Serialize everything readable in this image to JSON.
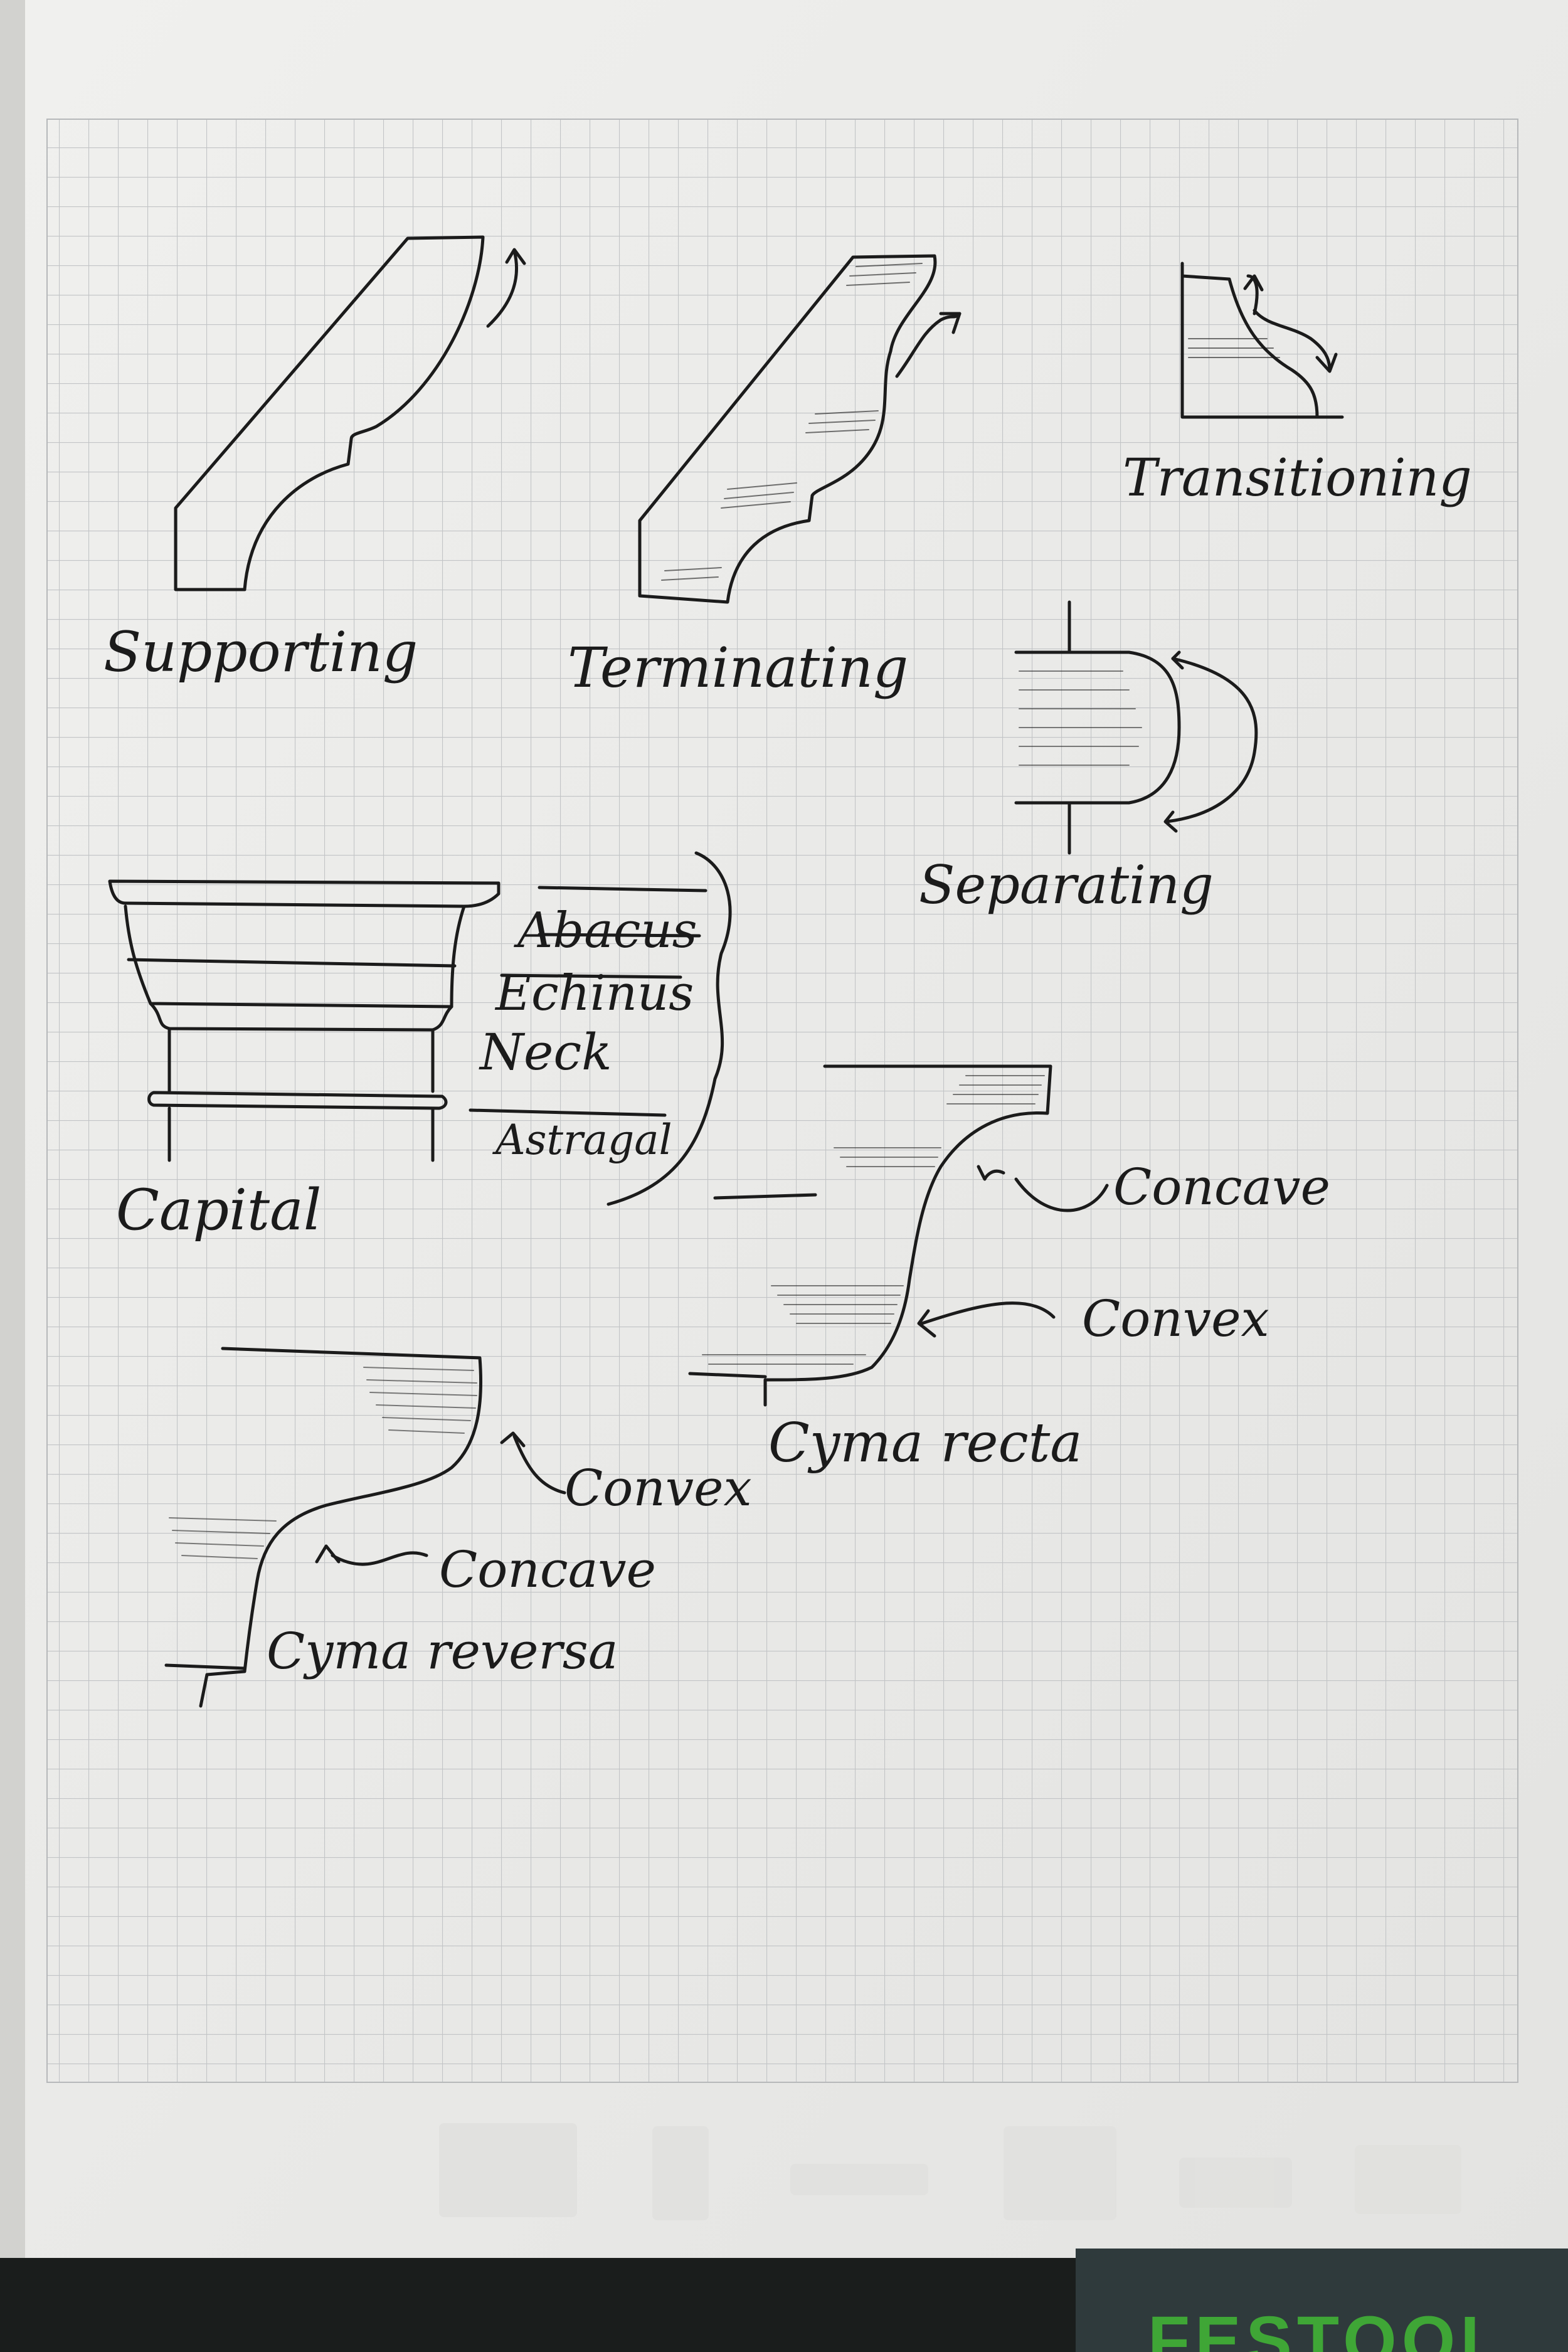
{
  "notebook": {
    "labels": {
      "supporting": "Supporting",
      "terminating": "Terminating",
      "transitioning": "Transitioning",
      "separating": "Separating",
      "capital": "Capital",
      "abacus": "Abacus",
      "echinus": "Echinus",
      "neck": "Neck",
      "astragal": "Astragal",
      "cyma_recta": "Cyma recta",
      "cyma_reversa": "Cyma reversa",
      "concave": "Concave",
      "convex": "Convex"
    },
    "colors": {
      "paper": "#ececea",
      "grid": "#c2c4c6",
      "ink": "#1b1b1b",
      "desk": "#1a1d1c",
      "cover": "#2f3a3c",
      "brand_green": "#3fa636"
    }
  }
}
